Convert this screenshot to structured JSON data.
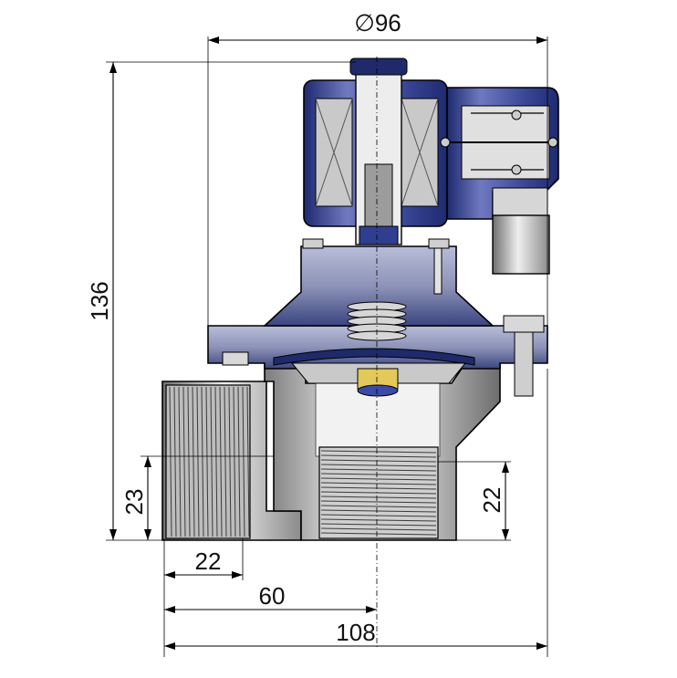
{
  "dimensions": {
    "diameter": "∅96",
    "height": "136",
    "inlet_thread_height": "23",
    "outlet_thread_height": "22",
    "inlet_thread_length": "22",
    "center_offset": "60",
    "overall_length": "108"
  },
  "colors": {
    "coil_housing": "#2f3e8f",
    "coil_highlight": "#9aa3d6",
    "valve_body": "#8d93b8",
    "body_dark": "#1f2a6b",
    "brass_seat": "#e3c85a",
    "metal_light": "#d9d9d9",
    "metal_mid": "#9e9e9e",
    "metal_dark": "#5a5a5a"
  }
}
